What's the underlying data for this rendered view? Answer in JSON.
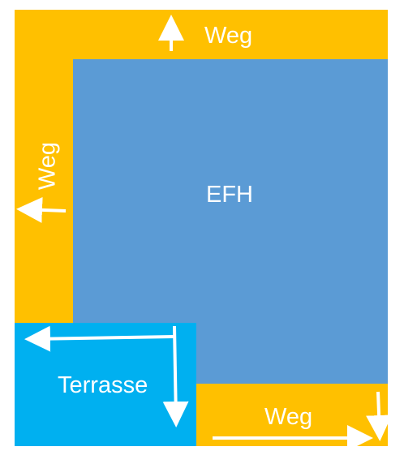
{
  "labels": {
    "weg_top": "Weg",
    "efh": "EFH",
    "weg_left": "Weg",
    "terrasse": "Terrasse",
    "weg_bottom": "Weg"
  },
  "colors": {
    "path": "#FFC000",
    "house": "#5B9BD5",
    "terrace": "#00B0F0",
    "arrow": "#FFFFFF",
    "text": "#FFFFFF"
  }
}
